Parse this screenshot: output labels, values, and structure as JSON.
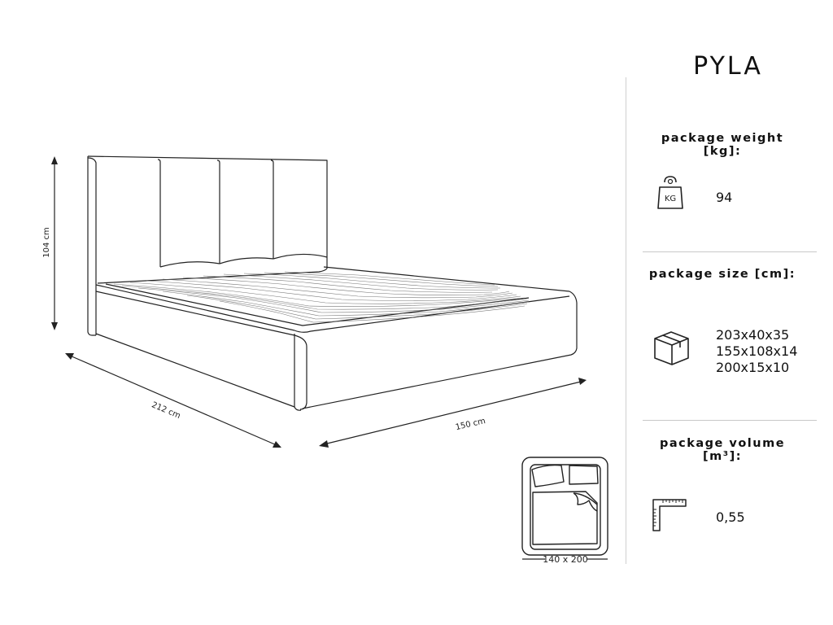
{
  "product": {
    "title": "PYLA"
  },
  "dimensions": {
    "height": "104 cm",
    "length": "212 cm",
    "width": "150 cm",
    "mattress": "140 x 200"
  },
  "icons": {
    "weight": "weight-kg-icon",
    "size": "box-icon",
    "volume": "ruler-angle-icon",
    "mattress": "bed-top-view-icon",
    "weight_badge_text": "KG"
  },
  "specs": {
    "weight": {
      "label": "package weight [kg]:",
      "value": "94"
    },
    "size": {
      "label": "package size [cm]:",
      "values": [
        "203x40x35",
        "155x108x14",
        "200x15x10"
      ]
    },
    "volume": {
      "label": "package volume [m³]:",
      "value": "0,55"
    }
  }
}
